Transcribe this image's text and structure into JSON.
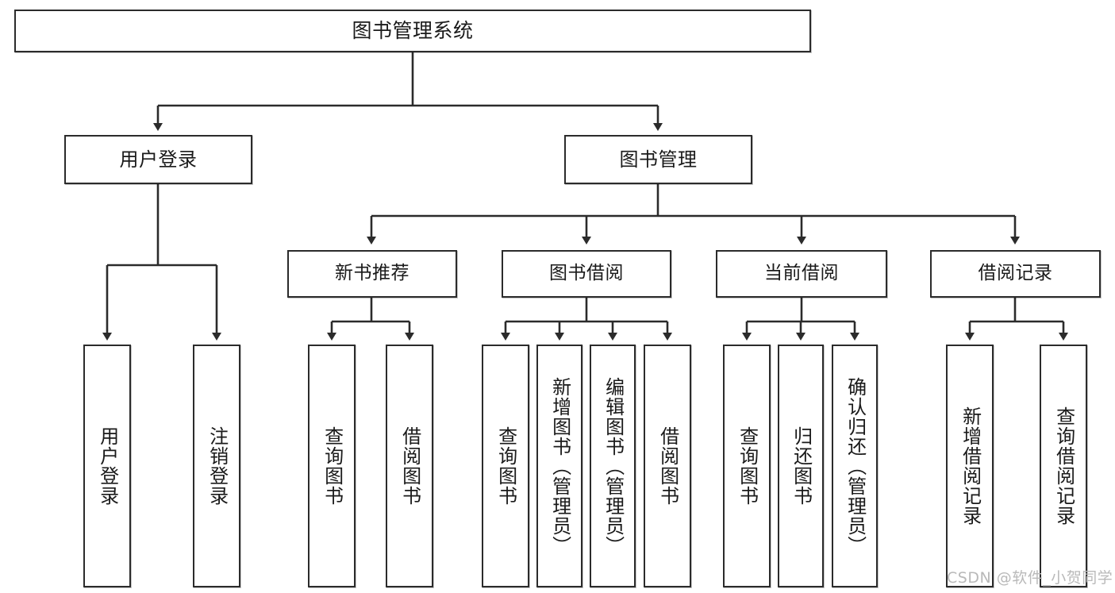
{
  "diagram": {
    "title": "图书管理系统",
    "watermark": "CSDN @软件_小贺同学",
    "colors": {
      "border": "#2b2b2b",
      "background": "#ffffff",
      "text": "#1a1a1a",
      "watermark": "#b9b9b9"
    },
    "root": {
      "label": "图书管理系统"
    },
    "level2": [
      {
        "label": "用户登录"
      },
      {
        "label": "图书管理"
      }
    ],
    "level3": [
      {
        "label": "新书推荐"
      },
      {
        "label": "图书借阅"
      },
      {
        "label": "当前借阅"
      },
      {
        "label": "借阅记录"
      }
    ],
    "leaves": {
      "user_login": [
        {
          "label": "用户登录"
        },
        {
          "label": "注销登录"
        }
      ],
      "new_book": [
        {
          "label": "查询图书"
        },
        {
          "label": "借阅图书"
        }
      ],
      "book_borrow": [
        {
          "label": "查询图书"
        },
        {
          "label": "新增图书（管理员）"
        },
        {
          "label": "编辑图书（管理员）"
        },
        {
          "label": "借阅图书"
        }
      ],
      "current_borrow": [
        {
          "label": "查询图书"
        },
        {
          "label": "归还图书"
        },
        {
          "label": "确认归还（管理员）"
        }
      ],
      "borrow_record": [
        {
          "label": "新增借阅记录"
        },
        {
          "label": "查询借阅记录"
        }
      ]
    }
  }
}
